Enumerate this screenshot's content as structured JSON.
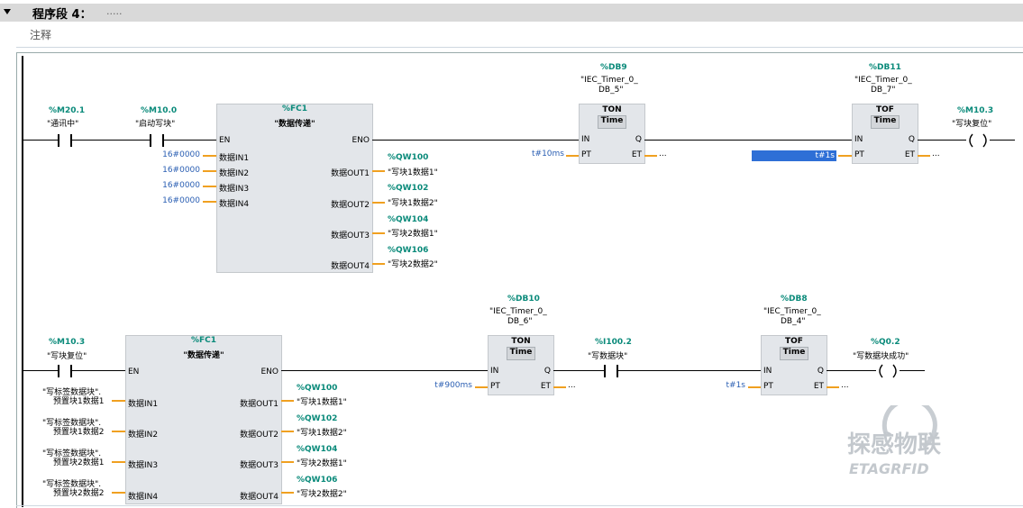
{
  "header": {
    "title": "程序段 4：",
    "dots": "....."
  },
  "comment": "注释",
  "net1": {
    "c1": {
      "addr": "%M20.1",
      "name": "\"通讯中\""
    },
    "c2": {
      "addr": "%M10.0",
      "name": "\"启动写块\""
    },
    "fc": {
      "addr": "%FC1",
      "name": "\"数据传递\"",
      "en": "EN",
      "eno": "ENO",
      "ins": [
        "数据IN1",
        "数据IN2",
        "数据IN3",
        "数据IN4"
      ],
      "consts": [
        "16#0000",
        "16#0000",
        "16#0000",
        "16#0000"
      ],
      "outs": [
        "数据OUT1",
        "数据OUT2",
        "数据OUT3",
        "数据OUT4"
      ],
      "out_addrs": [
        "%QW100",
        "%QW102",
        "%QW104",
        "%QW106"
      ],
      "out_names": [
        "\"写块1数据1\"",
        "\"写块1数据2\"",
        "\"写块2数据1\"",
        "\"写块2数据2\""
      ]
    },
    "ton": {
      "db": "%DB9",
      "inst1": "\"IEC_Timer_0_",
      "inst2": "DB_5\"",
      "type": "TON",
      "time": "Time",
      "in": "IN",
      "q": "Q",
      "pt": "PT",
      "et": "ET",
      "pt_val": "t#10ms",
      "et_val": "..."
    },
    "tof": {
      "db": "%DB11",
      "inst1": "\"IEC_Timer_0_",
      "inst2": "DB_7\"",
      "type": "TOF",
      "time": "Time",
      "in": "IN",
      "q": "Q",
      "pt": "PT",
      "et": "ET",
      "pt_val": "t#1s",
      "et_val": "..."
    },
    "coil": {
      "addr": "%M10.3",
      "name": "\"写块复位\""
    }
  },
  "net2": {
    "c1": {
      "addr": "%M10.3",
      "name": "\"写块复位\""
    },
    "fc": {
      "addr": "%FC1",
      "name": "\"数据传递\"",
      "en": "EN",
      "eno": "ENO",
      "ins": [
        "数据IN1",
        "数据IN2",
        "数据IN3",
        "数据IN4"
      ],
      "src_a": [
        "\"写标签数据块\".",
        "\"写标签数据块\".",
        "\"写标签数据块\".",
        "\"写标签数据块\"."
      ],
      "src_b": [
        "预置块1数据1",
        "预置块1数据2",
        "预置块2数据1",
        "预置块2数据2"
      ],
      "outs": [
        "数据OUT1",
        "数据OUT2",
        "数据OUT3",
        "数据OUT4"
      ],
      "out_addrs": [
        "%QW100",
        "%QW102",
        "%QW104",
        "%QW106"
      ],
      "out_names": [
        "\"写块1数据1\"",
        "\"写块1数据2\"",
        "\"写块2数据1\"",
        "\"写块2数据2\""
      ]
    },
    "ton": {
      "db": "%DB10",
      "inst1": "\"IEC_Timer_0_",
      "inst2": "DB_6\"",
      "type": "TON",
      "time": "Time",
      "in": "IN",
      "q": "Q",
      "pt": "PT",
      "et": "ET",
      "pt_val": "t#900ms",
      "et_val": "..."
    },
    "c2": {
      "addr": "%I100.2",
      "name": "\"写数据块\""
    },
    "tof": {
      "db": "%DB8",
      "inst1": "\"IEC_Timer_0_",
      "inst2": "DB_4\"",
      "type": "TOF",
      "time": "Time",
      "in": "IN",
      "q": "Q",
      "pt": "PT",
      "et": "ET",
      "pt_val": "t#1s",
      "et_val": "..."
    },
    "coil": {
      "addr": "%Q0.2",
      "name": "\"写数据块成功\""
    }
  },
  "watermark": {
    "cn": "探感物联",
    "en": "ETAGRFID"
  },
  "colors": {
    "address": "#0a8a7a",
    "constant": "#2b5fb3",
    "wire_pin": "#f0a020",
    "selection": "#2e6fd6",
    "block": "#e3e6ea"
  }
}
